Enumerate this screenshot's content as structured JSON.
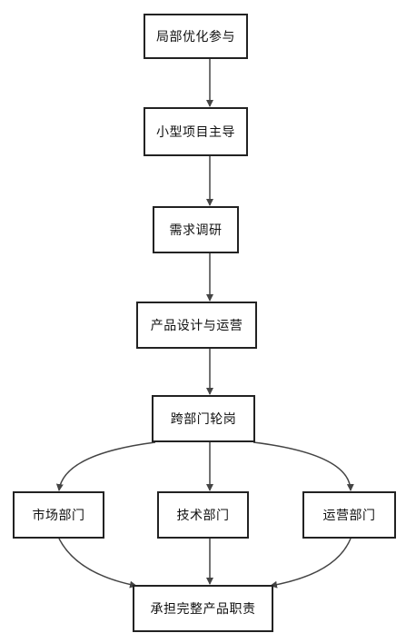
{
  "diagram": {
    "nodes": {
      "n1": "局部优化参与",
      "n2": "小型项目主导",
      "n3": "需求调研",
      "n4": "产品设计与运营",
      "n5": "跨部门轮岗",
      "n6": "市场部门",
      "n7": "技术部门",
      "n8": "运营部门",
      "n9": "承担完整产品职责"
    },
    "edges": [
      [
        "n1",
        "n2"
      ],
      [
        "n2",
        "n3"
      ],
      [
        "n3",
        "n4"
      ],
      [
        "n4",
        "n5"
      ],
      [
        "n5",
        "n6"
      ],
      [
        "n5",
        "n7"
      ],
      [
        "n5",
        "n8"
      ],
      [
        "n6",
        "n9"
      ],
      [
        "n7",
        "n9"
      ],
      [
        "n8",
        "n9"
      ]
    ],
    "colors": {
      "line": "#444444",
      "border": "#222222",
      "background": "#ffffff"
    }
  }
}
